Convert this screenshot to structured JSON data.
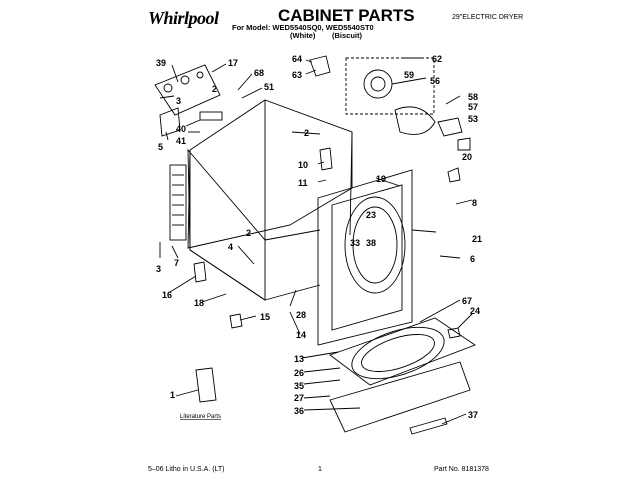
{
  "header": {
    "brand": "Whirlpool",
    "title": "CABINET PARTS",
    "model_line": "For Model: WED5540SQ0, WED5540ST0",
    "variant_white": "(White)",
    "variant_biscuit": "(Biscuit)",
    "dryer_type": "29\"ELECTRIC DRYER"
  },
  "literature_label": "Literature Parts",
  "footer": {
    "print_info": "5–06 Litho in U.S.A. (LT)",
    "page_number": "1",
    "part_number": "Part No. 8181378"
  },
  "callouts": [
    "39",
    "17",
    "68",
    "51",
    "3",
    "2",
    "40",
    "41",
    "5",
    "64",
    "63",
    "62",
    "59",
    "56",
    "58",
    "57",
    "53",
    "2",
    "10",
    "11",
    "20",
    "19",
    "8",
    "23",
    "33",
    "38",
    "21",
    "6",
    "2",
    "4",
    "3",
    "7",
    "16",
    "18",
    "15",
    "28",
    "14",
    "67",
    "24",
    "13",
    "26",
    "35",
    "27",
    "36",
    "37",
    "1"
  ]
}
